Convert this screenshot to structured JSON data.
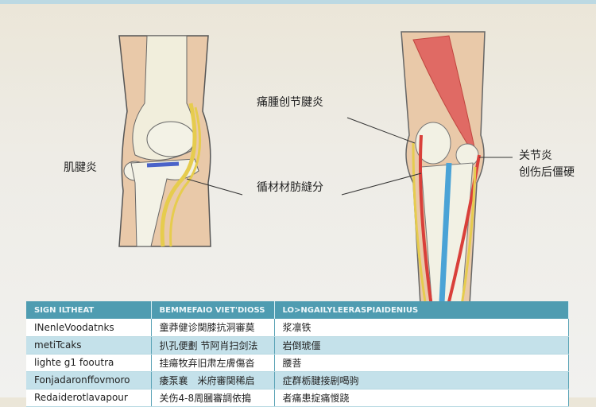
{
  "labels": {
    "left_knee": "肌腱炎",
    "top_center": "痛腫创节腱炎",
    "middle_center": "循材材肪縫分",
    "right_1": "关节炎",
    "right_2": "创伤后僵硬"
  },
  "table": {
    "headers": [
      "SIGN ILTHEAT",
      "BEMMEFAIO VIET'DIOSS",
      "LO>NGAILYLEERASPIAIDENIUS"
    ],
    "rows": [
      [
        "INenleVoodatnks",
        "童莽健诊関膝抗洞審莫",
        "浆凛铁"
      ],
      [
        "metiTcaks",
        "扒孔便劃 节阿肖扫剑法",
        "岩倒琥僵"
      ],
      [
        "lighte g1 fooutra",
        "挂瘍牧弃旧肃左膚傷沓",
        "腰菩"
      ],
      [
        "Fonjadaronffovmoro",
        "痿泵襄　米府審関稀启",
        "症群栃腱接剧喝驹"
      ],
      [
        "Redaiderotlavapour",
        "关伤4-8周膕審調依搗",
        "者痛患掟痛惾跷"
      ]
    ]
  },
  "colors": {
    "header": "#4f9cb1",
    "row_alt": "#c4e1ea",
    "tendon_red": "#d9403a",
    "ligament_blue": "#4aa3d6",
    "nerve_yellow": "#e8d25a",
    "skin": "#e8c8a8"
  }
}
